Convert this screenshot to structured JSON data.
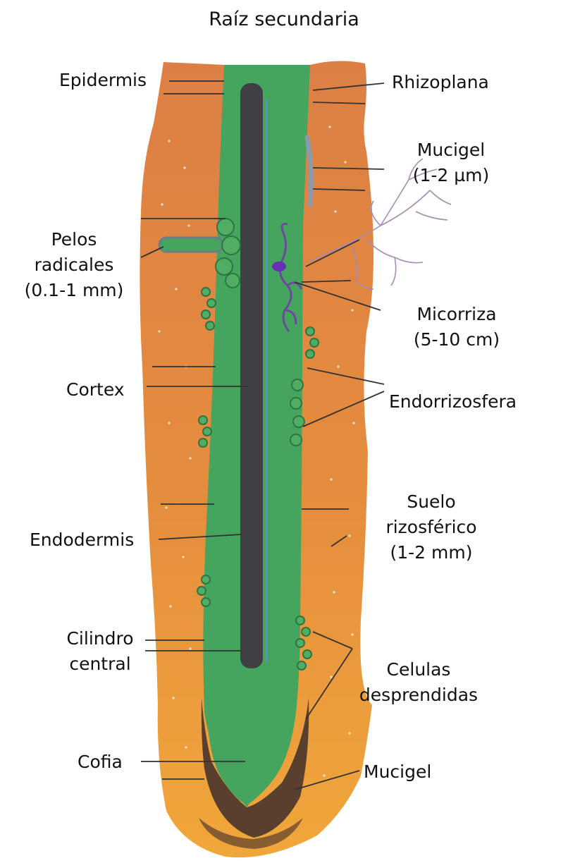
{
  "title": "Raíz secundaria",
  "labels": {
    "epidermis": "Epidermis",
    "rhizoplana": "Rhizoplana",
    "mucigel_top": [
      "Mucigel",
      "(1-2 µm)"
    ],
    "pelos": [
      "Pelos",
      "radicales",
      "(0.1-1 mm)"
    ],
    "micorriza": [
      "Micorriza",
      "(5-10 cm)"
    ],
    "cortex": "Cortex",
    "endorrizosfera": "Endorrizosfera",
    "suelo": [
      "Suelo",
      "rizosférico",
      "(1-2 mm)"
    ],
    "endodermis": "Endodermis",
    "cilindro": [
      "Cilindro",
      "central"
    ],
    "celulas": [
      "Celulas",
      "desprendidas"
    ],
    "cofia": "Cofia",
    "mucigel_bottom": "Mucigel"
  },
  "colors": {
    "soil_top": "#dc7f45",
    "soil_bottom": "#f0a73a",
    "cortex": "#45a45e",
    "stele": "#3f3f44",
    "cap_mucilage": "#5a3f2e",
    "mycorrhiza_hyphae": "#6b4a9a",
    "external_hyphae": "#a58bb4",
    "leader_lines": "#333333"
  }
}
